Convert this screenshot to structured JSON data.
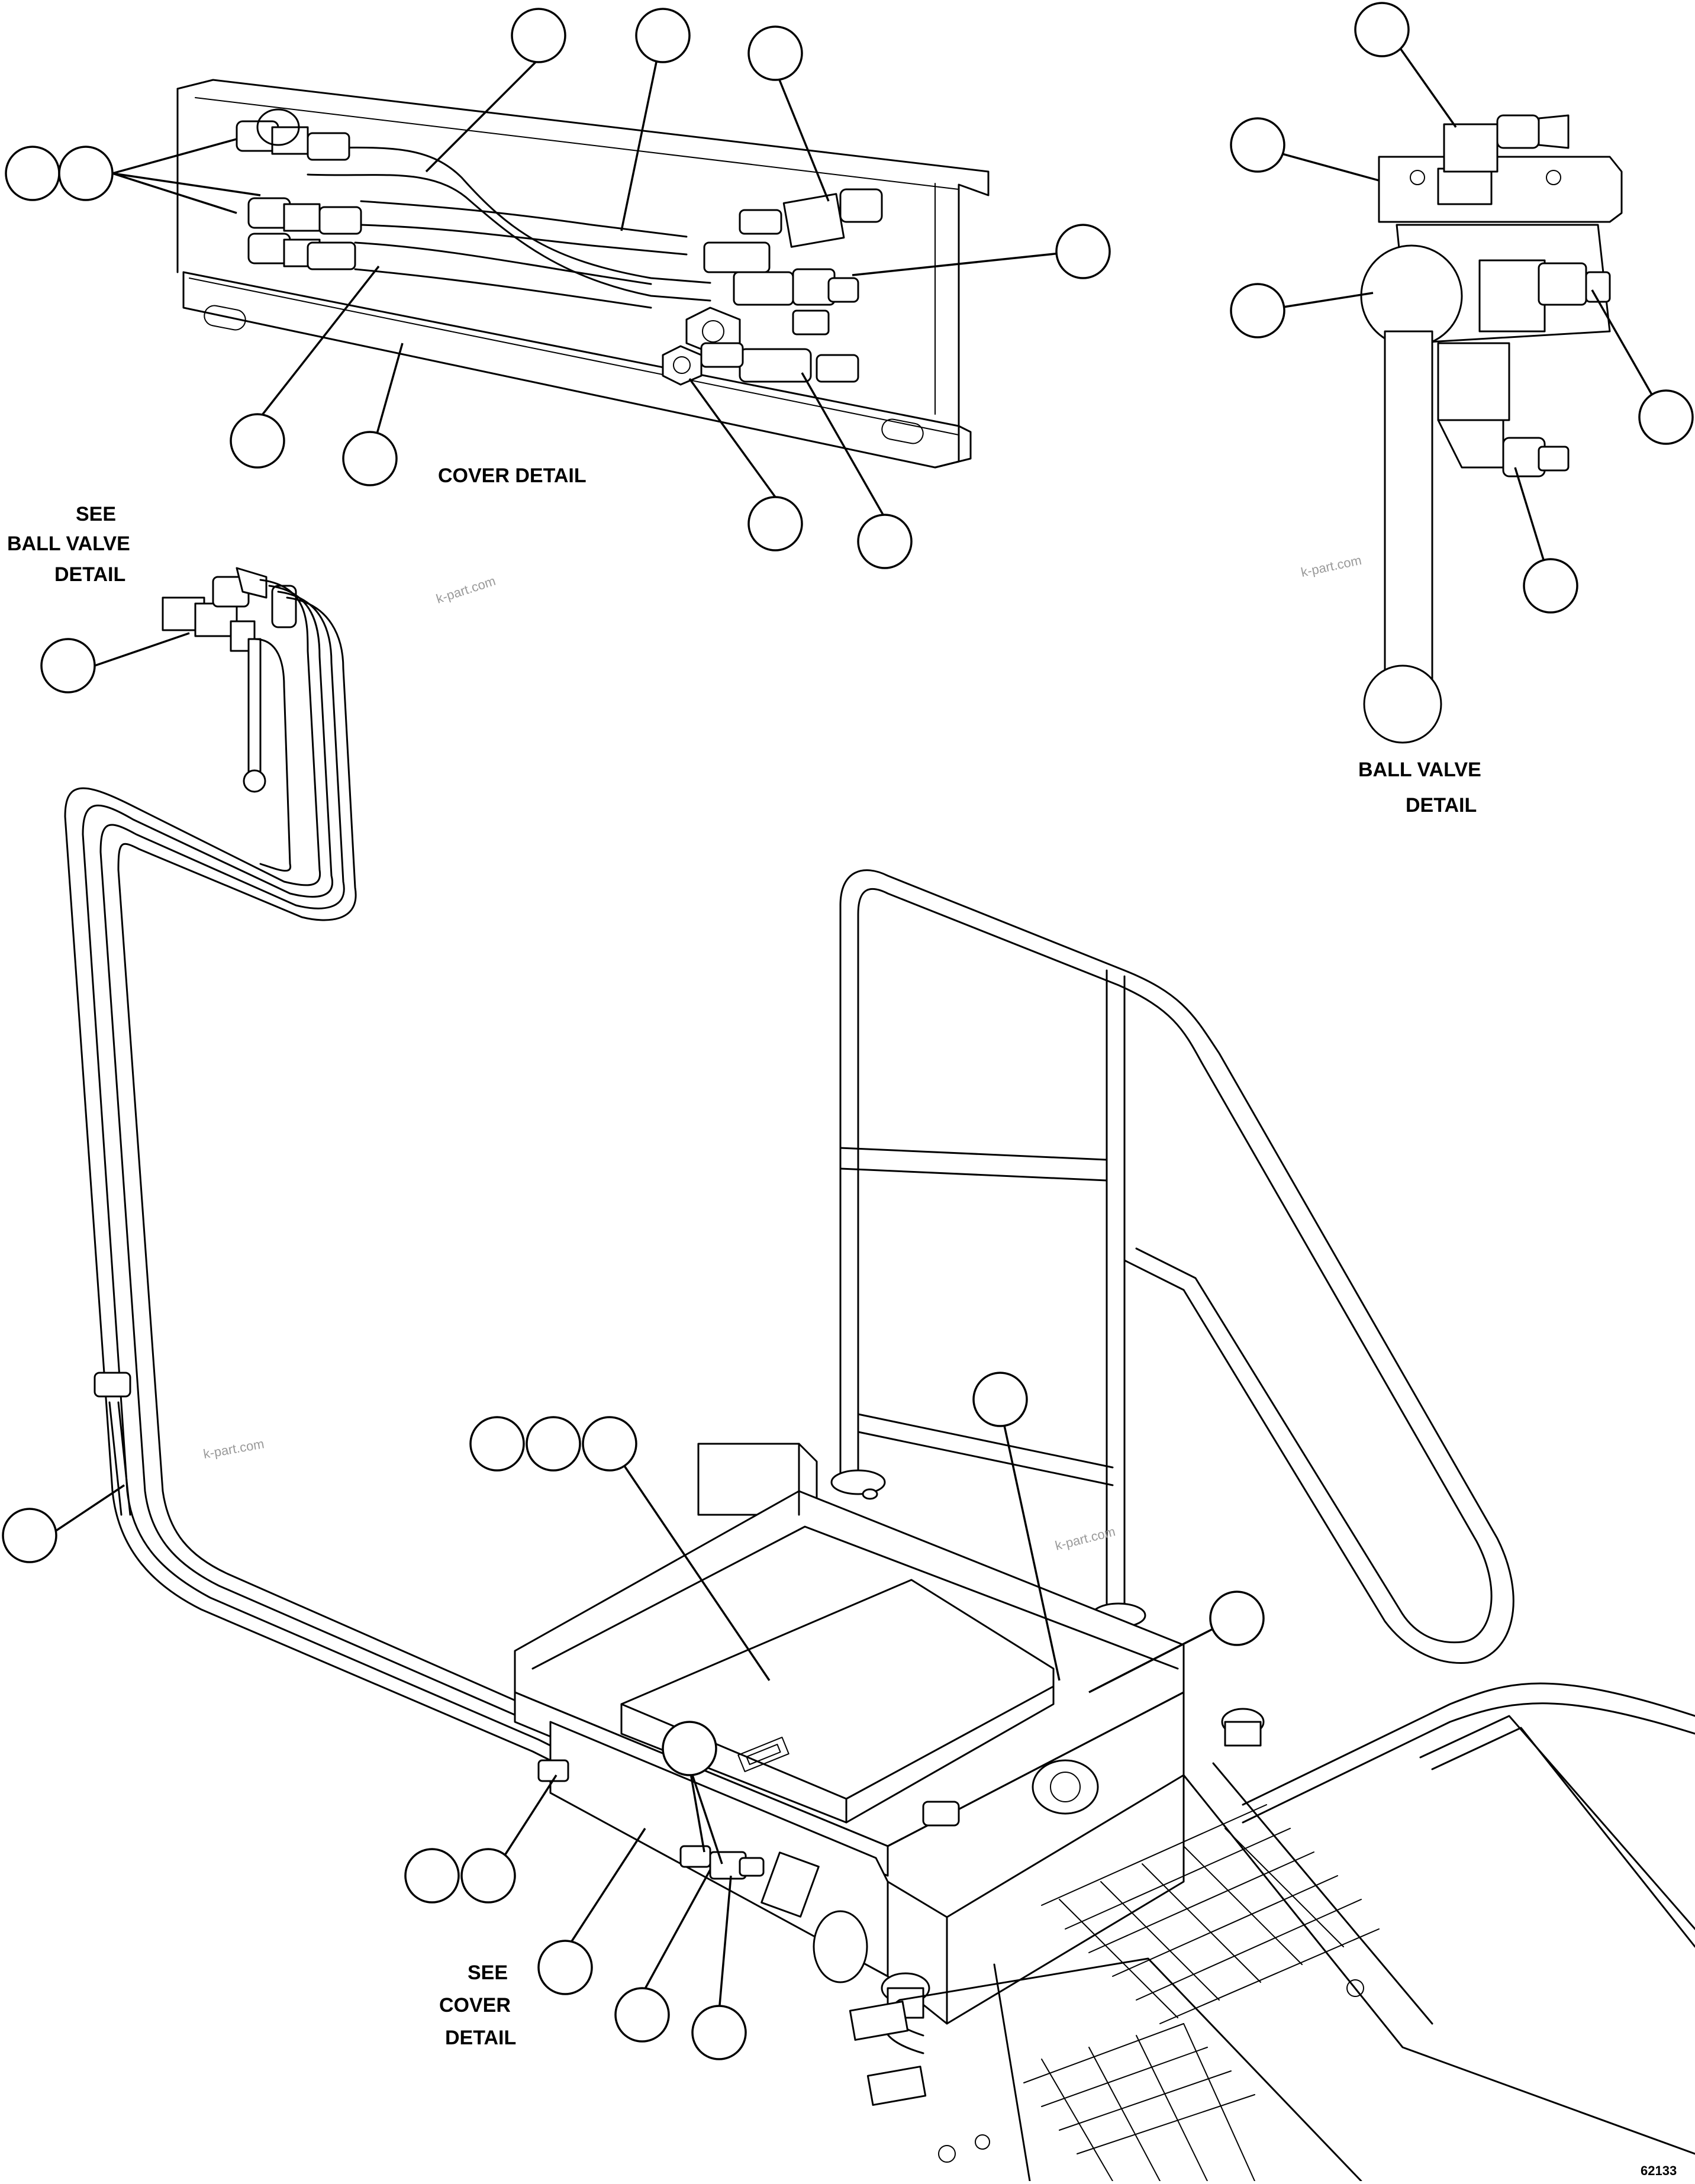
{
  "drawing": {
    "number": "62133",
    "watermark": "k-part.com"
  },
  "labels": {
    "cover_detail_title": "COVER DETAIL",
    "ball_valve_title_line1": "BALL VALVE",
    "ball_valve_title_line2": "DETAIL",
    "see_ball_valve_line1": "SEE",
    "see_ball_valve_line2": "BALL VALVE",
    "see_ball_valve_line3": "DETAIL",
    "see_cover_line1": "SEE",
    "see_cover_line2": "COVER",
    "see_cover_line3": "DETAIL"
  },
  "views": [
    "cover-detail",
    "ball-valve-detail",
    "main-assembly"
  ]
}
